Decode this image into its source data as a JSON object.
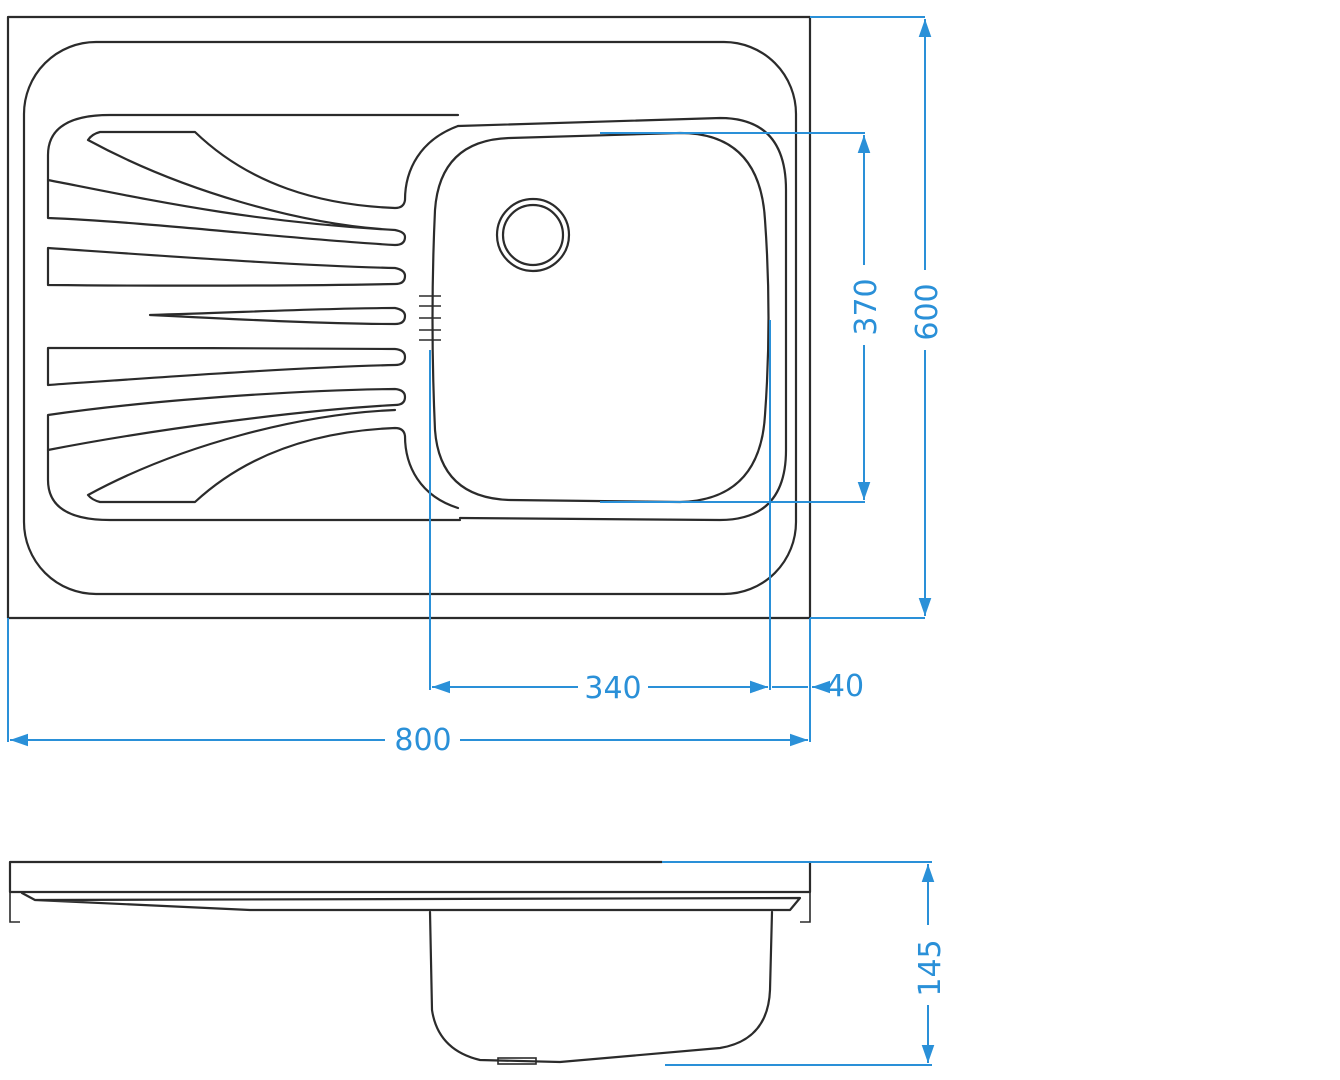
{
  "title": "Sink technical drawing",
  "colors": {
    "dimension": "#2a90d8",
    "outline": "#2b2b2b"
  },
  "dimensions": {
    "overall_width": "800",
    "overall_depth": "600",
    "bowl_width": "340",
    "bowl_depth": "370",
    "edge_offset": "40",
    "bowl_height": "145"
  }
}
